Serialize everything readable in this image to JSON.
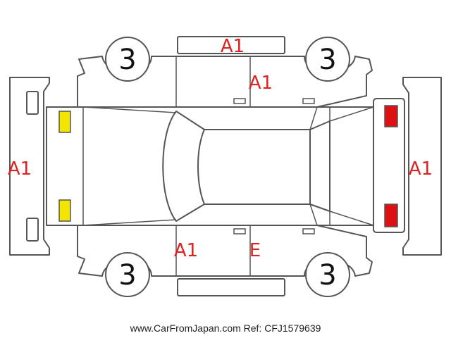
{
  "colors": {
    "damage_code": "#dd2222",
    "outline": "#555555",
    "yellow_lamp": "#f2e600",
    "red_lamp": "#dd1111"
  },
  "tires": {
    "front_left": "3",
    "front_right": "3",
    "rear_left": "3",
    "rear_right": "3"
  },
  "damage_codes": {
    "roof_top": "A1",
    "top_door": "A1",
    "left_bumper": "A1",
    "right_bumper": "A1",
    "bottom_front_door": "A1",
    "bottom_rear_door": "E"
  },
  "footer": {
    "site": "www.CarFromJapan.com",
    "ref": "Ref: CFJ1579639"
  }
}
